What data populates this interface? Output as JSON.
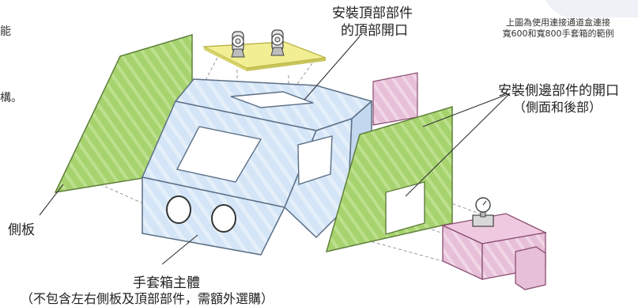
{
  "labels": {
    "top_part_line1": "安裝頂部部件",
    "top_part_line2": "的頂部開口",
    "side_part_line1": "安裝側邊部件的開口",
    "side_part_line2": "（側面和後部）",
    "side_panel": "側板",
    "main_body_line1": "手套箱主體",
    "main_body_line2": "（不包含左右側板及頂部部件，需額外選購）",
    "example_line1": "上圖為使用連接通道盒連接",
    "example_line2": "寬600和寬800手套箱的範例",
    "left_edge_1": "能",
    "left_edge_2": "構。"
  },
  "colors": {
    "green_panel": "#a7d36f",
    "blue_body": "#d3e5f6",
    "yellow_top": "#f1ee93",
    "pink_part": "#e7bfd8"
  }
}
